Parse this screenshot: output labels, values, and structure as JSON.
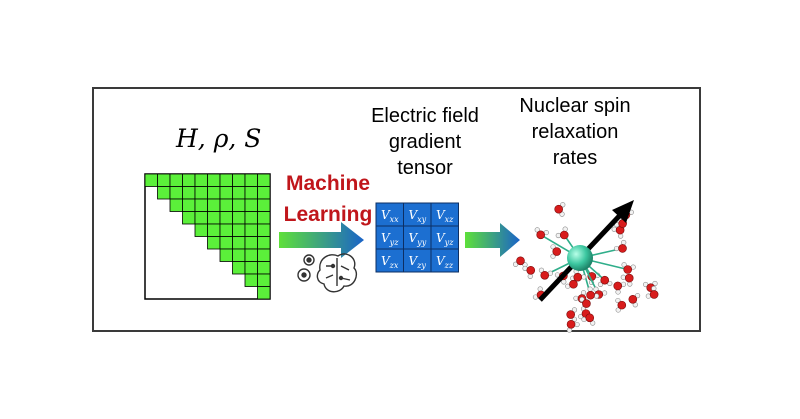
{
  "inputs_label": "H, ρ, S",
  "method_label": [
    "Machine",
    "Learning"
  ],
  "tensor_label": [
    "Electric field",
    "gradient",
    "tensor"
  ],
  "output_label": [
    "Nuclear spin",
    "relaxation",
    "rates"
  ],
  "tensor_cells": [
    [
      "V_xx",
      "V_xy",
      "V_xz"
    ],
    [
      "V_yz",
      "V_yy",
      "V_yz"
    ],
    [
      "V_zx",
      "V_zy",
      "V_zz"
    ]
  ],
  "colors": {
    "method_text": "#c0161b",
    "matrix_cell": "#5bf03a",
    "tensor_cell": "#1c6fd1",
    "arrow_start": "#5ee03a",
    "arrow_end": "#1a63c8",
    "ion": "#3cc7a0",
    "oxygen": "#d81c1c"
  },
  "icons": [
    "gears-icon",
    "brain-icon",
    "spin-axis-arrow-icon"
  ]
}
